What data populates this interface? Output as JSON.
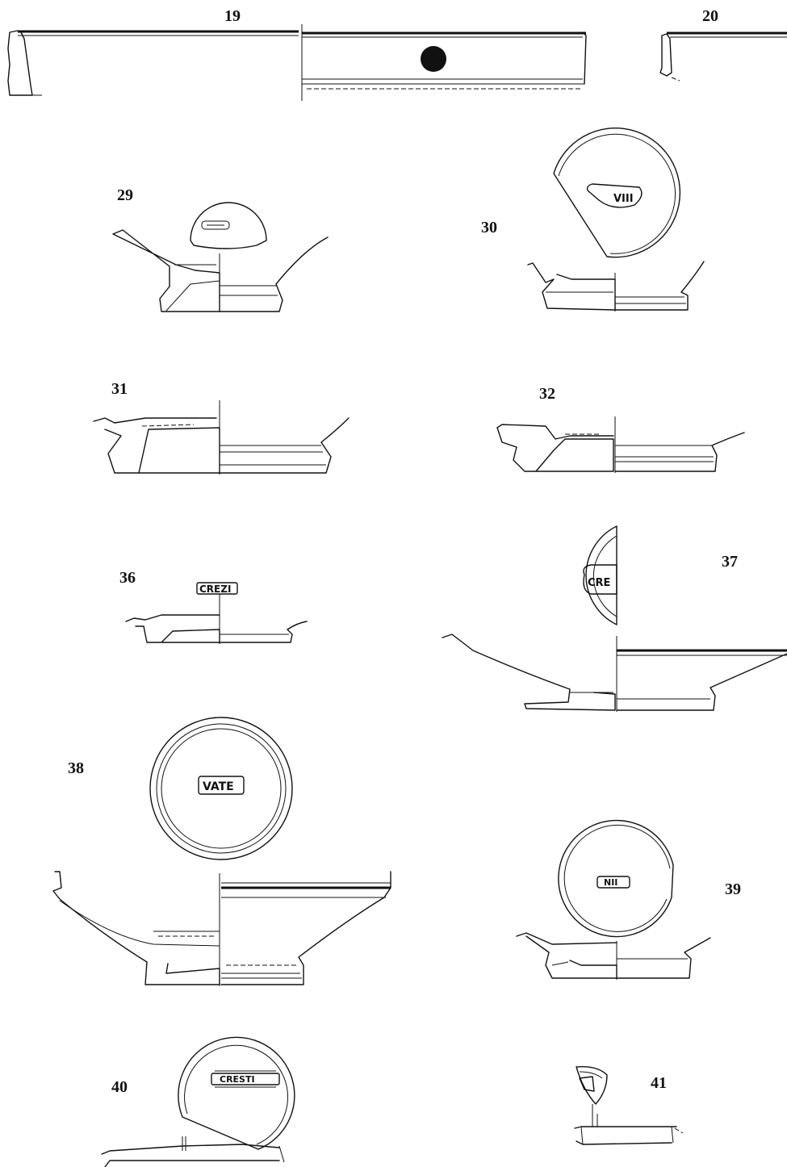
{
  "figures": [
    {
      "id": "fig-19",
      "label": "19"
    },
    {
      "id": "fig-20",
      "label": "20"
    },
    {
      "id": "fig-29",
      "label": "29"
    },
    {
      "id": "fig-30",
      "label": "30",
      "stamp": "VIII"
    },
    {
      "id": "fig-31",
      "label": "31"
    },
    {
      "id": "fig-32",
      "label": "32"
    },
    {
      "id": "fig-36",
      "label": "36",
      "stamp": "CREZI"
    },
    {
      "id": "fig-37",
      "label": "37",
      "stamp": "CRE"
    },
    {
      "id": "fig-38",
      "label": "38",
      "stamp": "VATE"
    },
    {
      "id": "fig-39",
      "label": "39",
      "stamp": "NII"
    },
    {
      "id": "fig-40",
      "label": "40",
      "stamp": "CRESTI"
    },
    {
      "id": "fig-41",
      "label": "41"
    }
  ]
}
